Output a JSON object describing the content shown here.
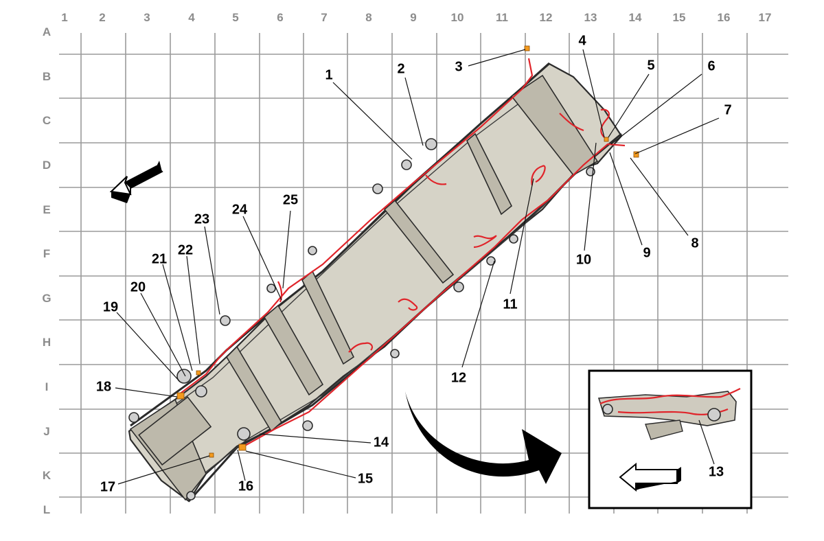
{
  "grid": {
    "columns": [
      "1",
      "2",
      "3",
      "4",
      "5",
      "6",
      "7",
      "8",
      "9",
      "10",
      "11",
      "12",
      "13",
      "14",
      "15",
      "16",
      "17"
    ],
    "rows": [
      "A",
      "B",
      "C",
      "D",
      "E",
      "F",
      "G",
      "H",
      "I",
      "J",
      "K",
      "L"
    ]
  },
  "callouts": [
    "1",
    "2",
    "3",
    "4",
    "5",
    "6",
    "7",
    "8",
    "9",
    "10",
    "11",
    "12",
    "13",
    "14",
    "15",
    "16",
    "17",
    "18",
    "19",
    "20",
    "21",
    "22",
    "23",
    "24",
    "25"
  ],
  "inset": {
    "callout": "13"
  },
  "colors": {
    "frame_fill": "#d6d3c7",
    "wiring": "#e0242a",
    "connector": "#f39a1e",
    "grid": "#9a9a9a",
    "labels": "#8c8c8c"
  },
  "icons": {
    "direction_arrow_main": "front-direction-arrow-icon",
    "rotation_arrow": "curved-rotation-arrow-icon",
    "direction_arrow_inset": "left-direction-arrow-icon"
  }
}
